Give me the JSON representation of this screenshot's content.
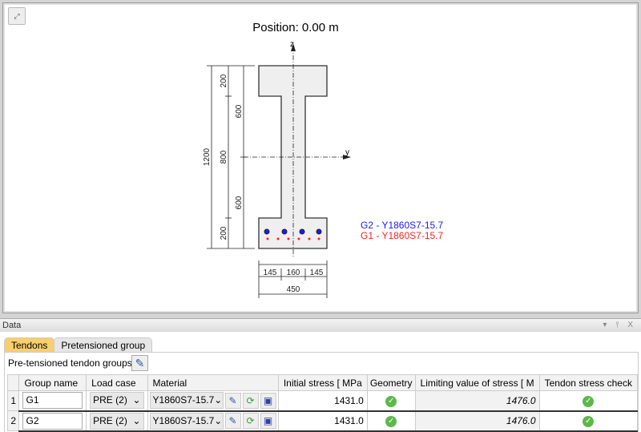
{
  "view": {
    "title": "Position: 0.00 m",
    "fit_icon": "fit-to-view-icon"
  },
  "section": {
    "axis_z": "z",
    "axis_y": "y",
    "dims_left": {
      "total": "1200",
      "top_flange": "200",
      "middle": "800",
      "bottom_flange": "200",
      "upper": "600",
      "lower": "600"
    },
    "dims_bottom": {
      "left": "145",
      "web": "160",
      "right": "145",
      "total": "450"
    },
    "legend": [
      {
        "label": "G2 - Y1860S7-15.7",
        "color": "#1a1aff"
      },
      {
        "label": "G1 - Y1860S7-15.7",
        "color": "#ff2020"
      }
    ]
  },
  "panel": {
    "title": "Data",
    "controls": "▾ ⫯ X",
    "tabs": [
      {
        "label": "Tendons",
        "active": true
      },
      {
        "label": "Pretensioned group",
        "active": false
      }
    ],
    "toolbar_label": "Pre-tensioned tendon groups",
    "columns": [
      "Group name",
      "Load case",
      "Material",
      "Initial stress  [ MPa",
      "Geometry",
      "Limiting value of stress  [ M",
      "Tendon stress check"
    ],
    "rows": [
      {
        "n": "1",
        "group": "G1",
        "load_case": "PRE (2)",
        "material": "Y1860S7-15.7",
        "initial": "1431.0",
        "geometry": "ok",
        "limiting": "1476.0",
        "check": "ok"
      },
      {
        "n": "2",
        "group": "G2",
        "load_case": "PRE (2)",
        "material": "Y1860S7-15.7",
        "initial": "1431.0",
        "geometry": "ok",
        "limiting": "1476.0",
        "check": "ok"
      }
    ]
  }
}
